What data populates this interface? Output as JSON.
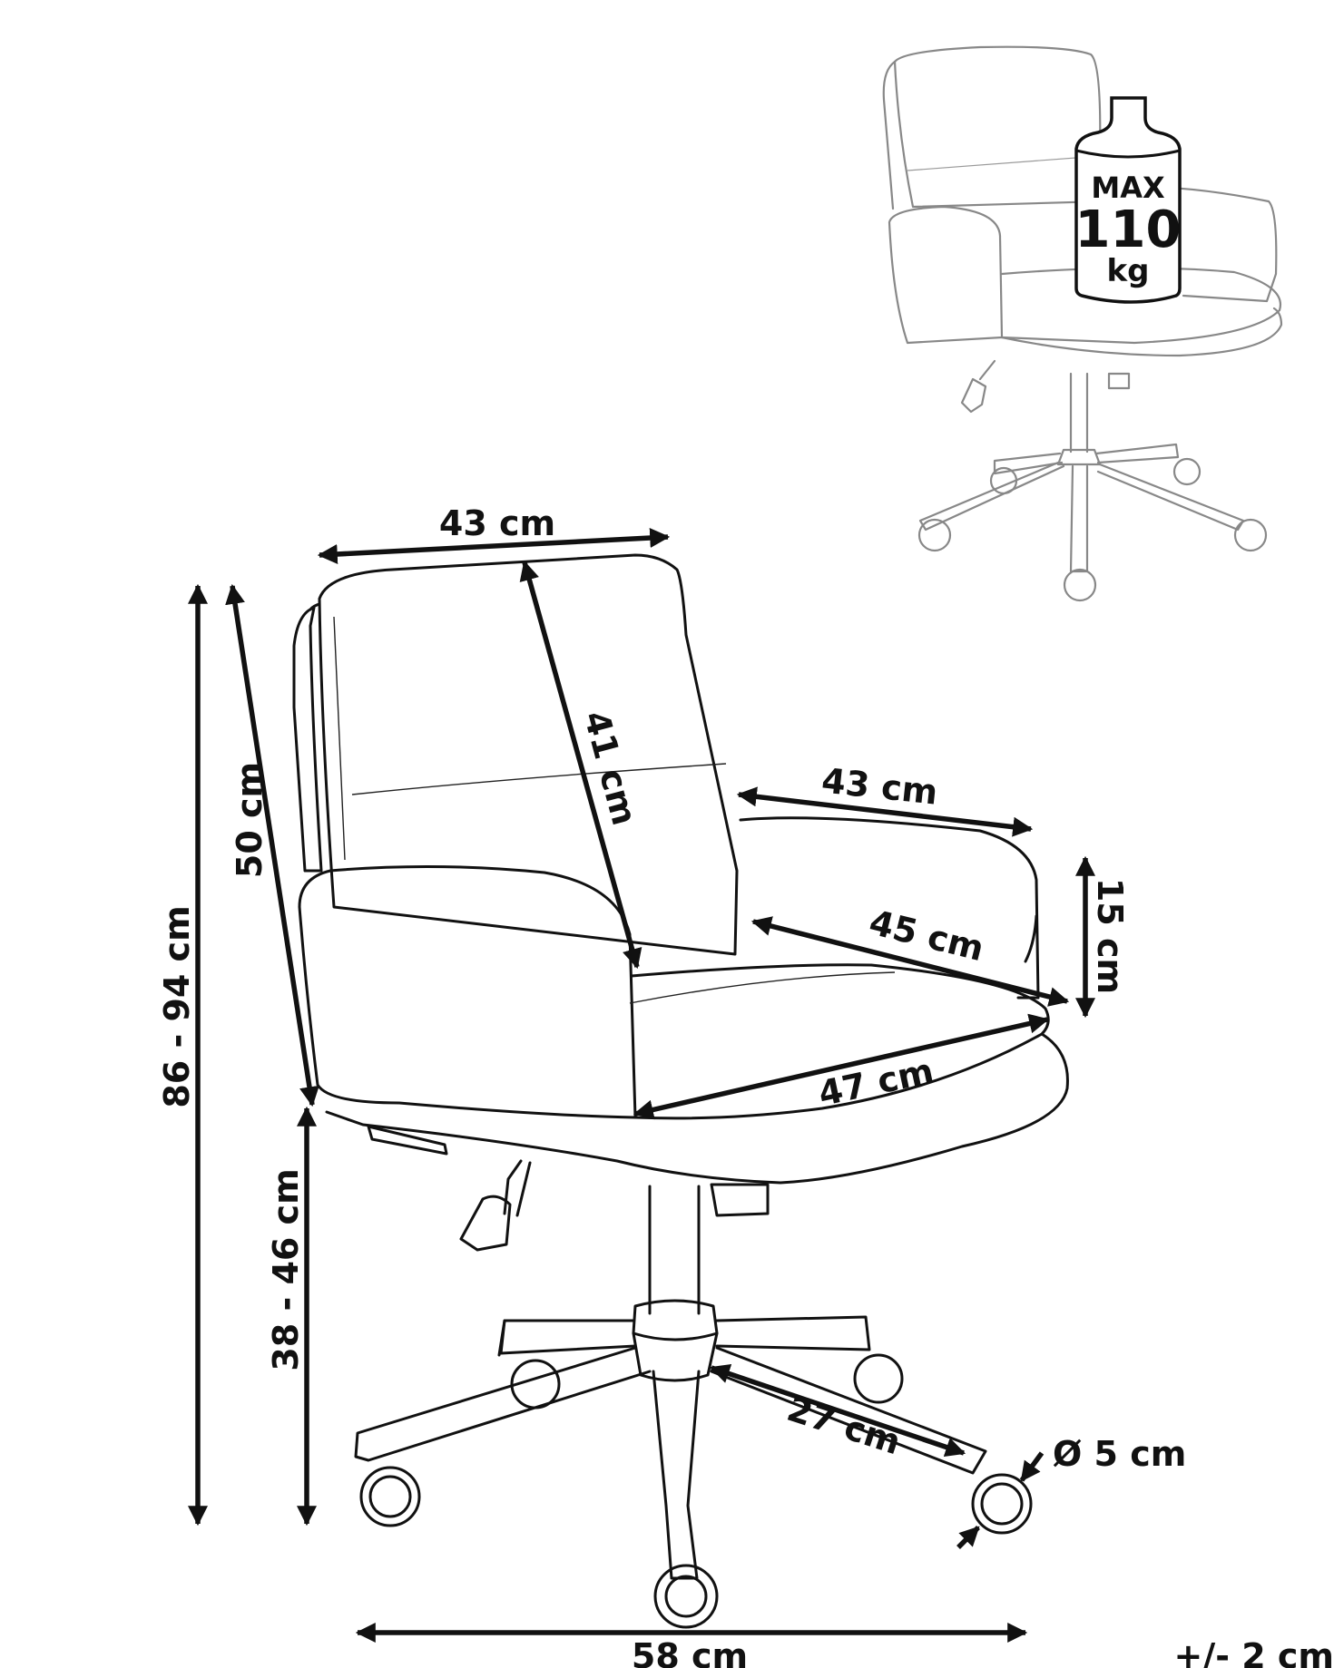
{
  "badge": {
    "max": "MAX",
    "value": "110",
    "unit": "kg"
  },
  "dimensions": {
    "back_width": "43 cm",
    "back_height": "41 cm",
    "backrest_height": "50 cm",
    "total_height": "86 - 94 cm",
    "seat_height": "38 - 46 cm",
    "arm_length": "43 cm",
    "arm_height": "15 cm",
    "seat_depth": "45 cm",
    "seat_width": "47 cm",
    "base_leg": "27 cm",
    "caster_diameter": "Ø 5 cm",
    "base_width": "58 cm",
    "tolerance": "+/- 2 cm"
  },
  "colors": {
    "line": "#111111",
    "preview_line": "#888888",
    "background": "#ffffff"
  }
}
